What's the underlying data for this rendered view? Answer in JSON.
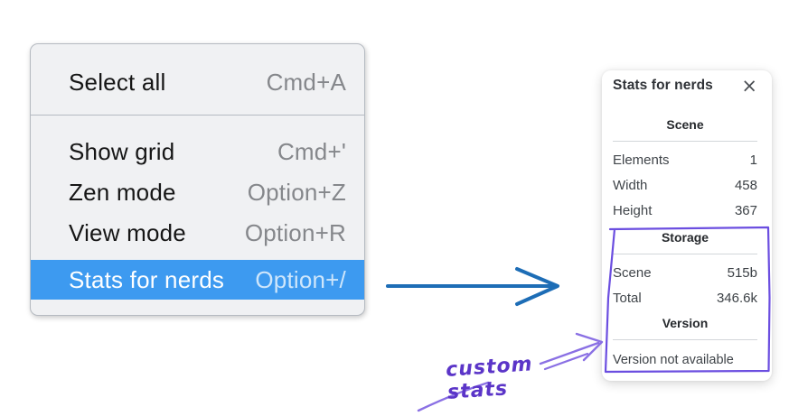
{
  "menu": {
    "items": [
      {
        "label": "Select all",
        "shortcut": "Cmd+A",
        "highlighted": false
      },
      {
        "label": "Show grid",
        "shortcut": "Cmd+'",
        "highlighted": false
      },
      {
        "label": "Zen mode",
        "shortcut": "Option+Z",
        "highlighted": false
      },
      {
        "label": "View mode",
        "shortcut": "Option+R",
        "highlighted": false
      },
      {
        "label": "Stats for nerds",
        "shortcut": "Option+/",
        "highlighted": true
      }
    ],
    "highlight_color": "#3d9af0"
  },
  "stats_panel": {
    "title": "Stats for nerds",
    "close_icon": "×",
    "sections": [
      {
        "heading": "Scene",
        "rows": [
          {
            "label": "Elements",
            "value": "1"
          },
          {
            "label": "Width",
            "value": "458"
          },
          {
            "label": "Height",
            "value": "367"
          }
        ]
      },
      {
        "heading": "Storage",
        "rows": [
          {
            "label": "Scene",
            "value": "515b"
          },
          {
            "label": "Total",
            "value": "346.6k"
          }
        ]
      },
      {
        "heading": "Version",
        "rows": [],
        "note": "Version not available"
      }
    ]
  },
  "annotation": {
    "label": "custom stats",
    "color": "#6c4fd8"
  },
  "colors": {
    "menu_highlight": "#3d9af0",
    "arrow_blue": "#1d6db6",
    "annotation_purple": "#6c4fd8"
  }
}
